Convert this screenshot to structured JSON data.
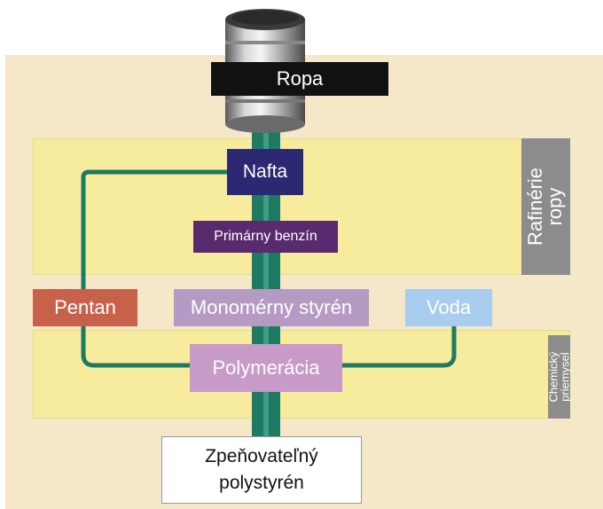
{
  "nodes": {
    "ropa": "Ropa",
    "nafta": "Nafta",
    "primarny_benzin": "Primárny benzín",
    "pentan": "Pentan",
    "monomerny_styren": "Monomérny styrén",
    "voda": "Voda",
    "polymeracia": "Polymerácia",
    "output_line1": "Zpeňovateľný",
    "output_line2": "polystyrén"
  },
  "zones": {
    "refinery": "Rafinérie ropy",
    "chemical": "Chemický priemysel"
  },
  "colors": {
    "pipe": "#1e7a62",
    "refinery_band": "#f7ec9e",
    "background": "#f5e8c8",
    "zone_label": "#8c8c8c"
  }
}
